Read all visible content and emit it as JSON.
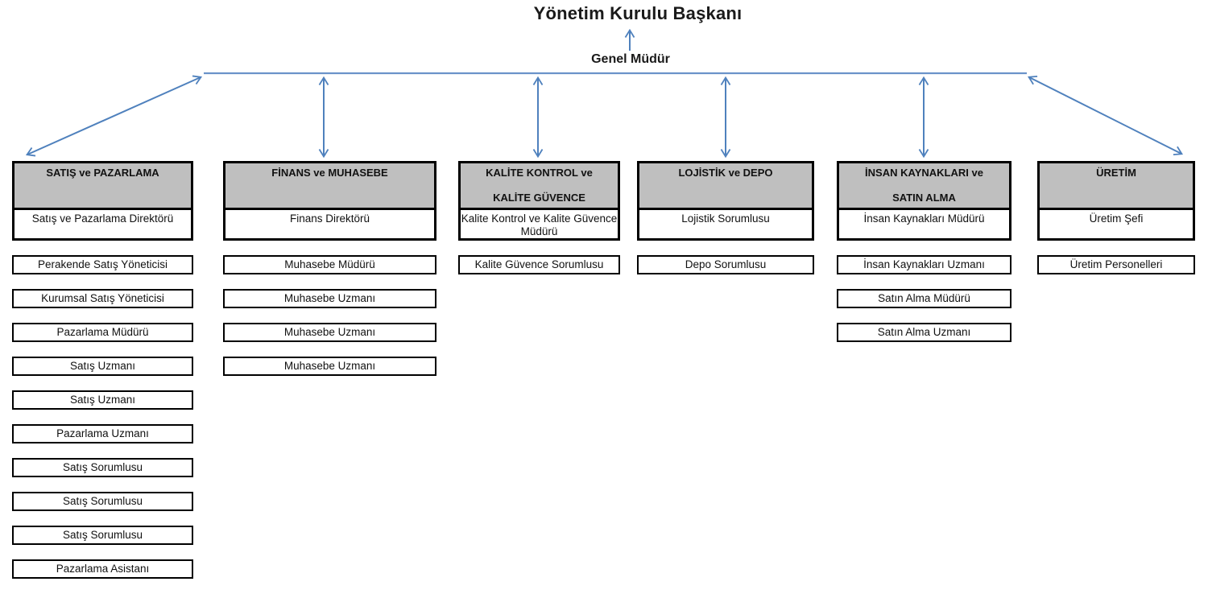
{
  "colors": {
    "header_gray": "#bfbfbf",
    "border_black": "#000000",
    "arrow_blue": "#4f81bd",
    "line_blue": "#6b93c9",
    "bg_white": "#ffffff"
  },
  "top": {
    "chairman": "Yönetim Kurulu Başkanı",
    "general_manager": "Genel Müdür"
  },
  "icons": {
    "up_arrow": "arrow-up-connector",
    "double_arrows": "double-headed-arrow-connectors"
  },
  "departments": [
    {
      "title_line1": "SATIŞ ve PAZARLAMA",
      "title_line2": "",
      "head": "Satış ve Pazarlama Direktörü",
      "staff": [
        "Perakende Satış Yöneticisi",
        "Kurumsal Satış Yöneticisi",
        "Pazarlama Müdürü",
        "Satış Uzmanı",
        "Satış Uzmanı",
        "Pazarlama Uzmanı",
        "Satış Sorumlusu",
        "Satış Sorumlusu",
        "Satış Sorumlusu",
        "Pazarlama Asistanı"
      ]
    },
    {
      "title_line1": "FİNANS ve MUHASEBE",
      "title_line2": "",
      "head": "Finans Direktörü",
      "staff": [
        "Muhasebe Müdürü",
        "Muhasebe Uzmanı",
        "Muhasebe Uzmanı",
        "Muhasebe Uzmanı"
      ]
    },
    {
      "title_line1": "KALİTE KONTROL ve",
      "title_line2": "KALİTE GÜVENCE",
      "head": "Kalite Kontrol ve Kalite Güvence Müdürü",
      "staff": [
        "Kalite Güvence Sorumlusu"
      ]
    },
    {
      "title_line1": "LOJİSTİK ve DEPO",
      "title_line2": "",
      "head": "Lojistik Sorumlusu",
      "staff": [
        "Depo Sorumlusu"
      ]
    },
    {
      "title_line1": "İNSAN KAYNAKLARI ve",
      "title_line2": "SATIN ALMA",
      "head": "İnsan Kaynakları Müdürü",
      "staff": [
        "İnsan Kaynakları Uzmanı",
        "Satın Alma Müdürü",
        "Satın Alma Uzmanı"
      ]
    },
    {
      "title_line1": "ÜRETİM",
      "title_line2": "",
      "head": "Üretim Şefi",
      "staff": [
        "Üretim Personelleri"
      ]
    }
  ]
}
